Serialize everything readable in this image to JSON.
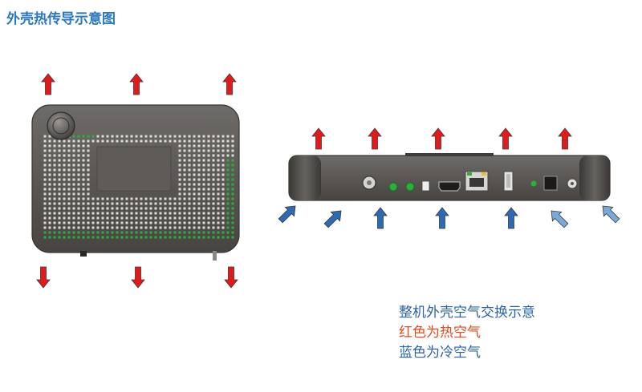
{
  "page": {
    "title": "外壳热传导示意图"
  },
  "legend": {
    "line1": "整机外壳空气交换示意",
    "line2": "红色为热空气",
    "line3": "蓝色为冷空气"
  },
  "colors": {
    "title": "#2a78c0",
    "hot_text": "#e34a1c",
    "cold_text": "#2a64a8",
    "hot_arrow": "#e5181a",
    "cold_arrow_dark": "#2c6bb3",
    "cold_arrow_light": "#79a9d8",
    "device_body": "#5d5a58",
    "device_dark": "#4a4745",
    "port_green": "#2eae3c"
  },
  "icons": {
    "hot_arrow": "red-up-arrow-icon",
    "hot_arrow_down": "red-down-arrow-icon",
    "cold_arrow": "blue-arrow-icon"
  }
}
